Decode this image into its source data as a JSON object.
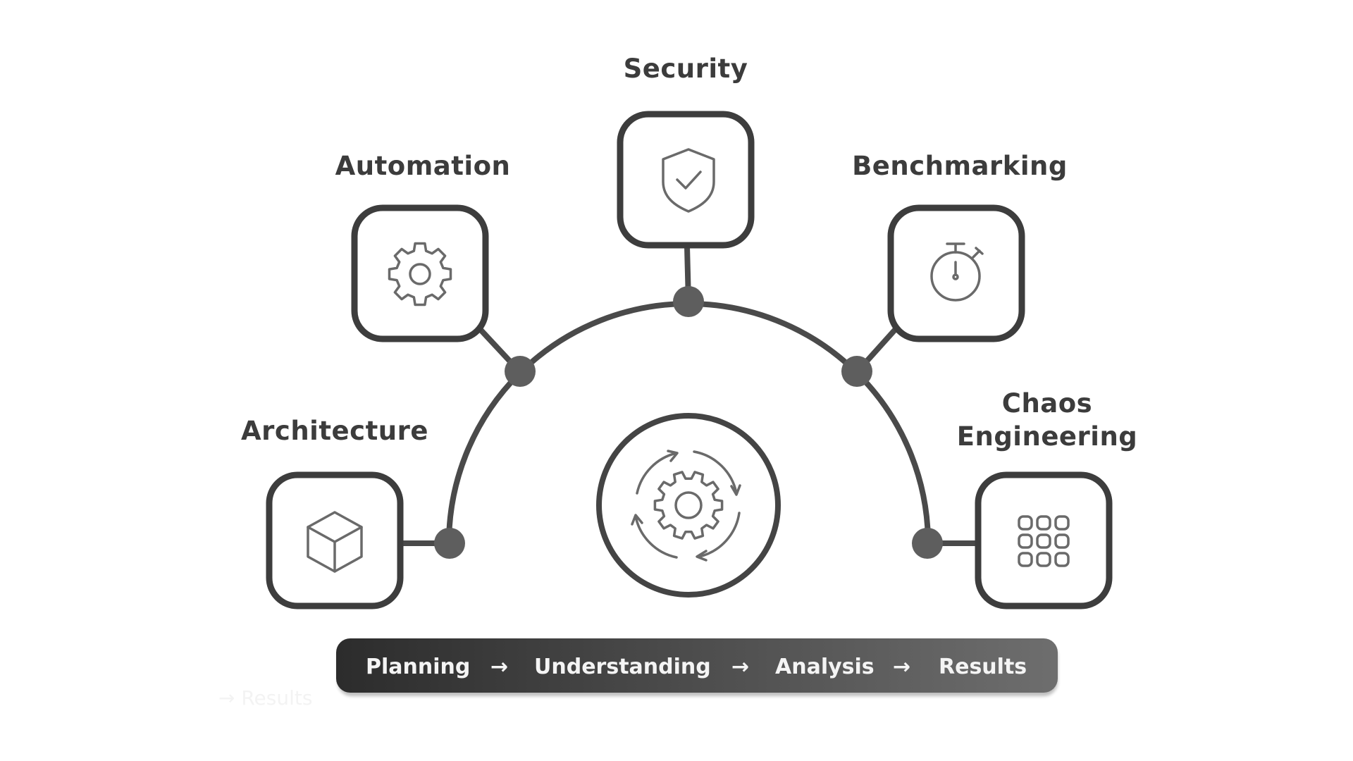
{
  "diagram": {
    "nodes": [
      {
        "id": "architecture",
        "label": "Architecture",
        "icon": "cube-icon"
      },
      {
        "id": "automation",
        "label": "Automation",
        "icon": "gear-icon"
      },
      {
        "id": "security",
        "label": "Security",
        "icon": "shield-check-icon"
      },
      {
        "id": "benchmarking",
        "label": "Benchmarking",
        "icon": "stopwatch-icon"
      },
      {
        "id": "chaos",
        "label_line1": "Chaos",
        "label_line2": "Engineering",
        "icon": "grid-icon"
      }
    ],
    "center_icon": "gear-cycle-icon",
    "process": {
      "steps": [
        "Planning",
        "Understanding",
        "Analysis",
        "Results"
      ],
      "arrow": "→"
    },
    "ghost_text": "→  Results"
  },
  "colors": {
    "stroke": "#3d3d3d",
    "icon": "#6a6a6a",
    "bar_start": "#2c2c2c",
    "bar_end": "#6e6e6e"
  }
}
